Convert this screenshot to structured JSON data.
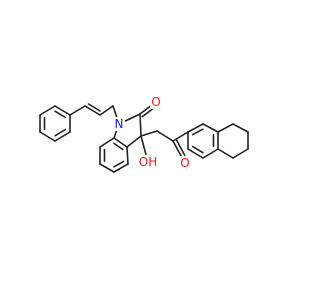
{
  "molecule": {
    "atoms": [
      {
        "id": "n1",
        "label": "N",
        "color": "#1a1aff"
      },
      {
        "id": "o_carbonyl",
        "label": "O",
        "color": "#ff1a1a"
      },
      {
        "id": "o_hydroxyl",
        "label": "OH",
        "color": "#ff1a1a"
      },
      {
        "id": "o_ketone",
        "label": "O",
        "color": "#ff1a1a"
      }
    ],
    "bond_color": "#222222"
  }
}
